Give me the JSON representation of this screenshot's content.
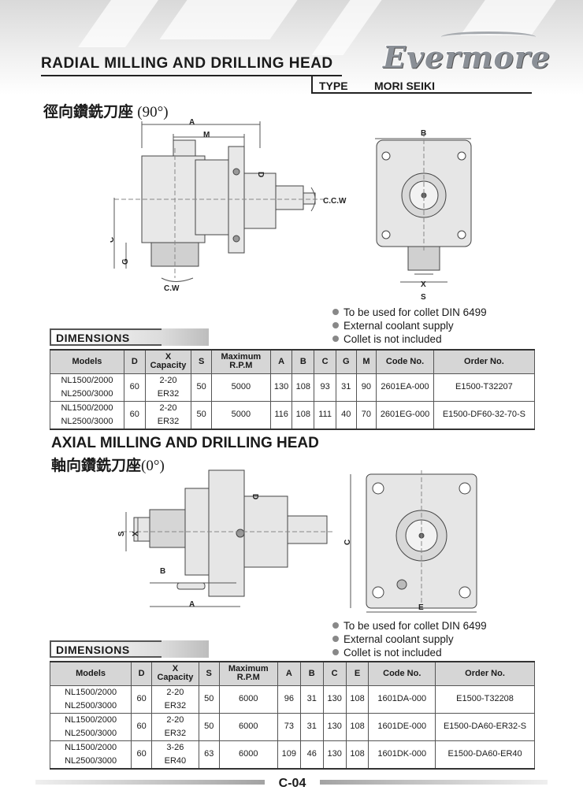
{
  "header": {
    "title": "RADIAL MILLING AND DRILLING HEAD",
    "brand": "Evermore",
    "type_label": "TYPE",
    "type_value": "MORI SEIKI"
  },
  "radial": {
    "cn_title": "徑向鑽銑刀座",
    "angle": "(90°)",
    "drawing_labels": {
      "A": "A",
      "M": "M",
      "D": "D",
      "C": "C",
      "G": "G",
      "CW": "C.W",
      "CCW": "C.C.W",
      "B": "B",
      "X": "X",
      "S": "S"
    },
    "notes": [
      "To be used for collet DIN 6499",
      "External coolant supply",
      "Collet is not included"
    ],
    "dimensions_label": "DIMENSIONS",
    "columns": [
      "Models",
      "D",
      "X Capacity",
      "S",
      "Maximum R.P.M",
      "A",
      "B",
      "C",
      "G",
      "M",
      "Code No.",
      "Order No."
    ],
    "col_x_top": "X",
    "col_x_bottom": "Capacity",
    "col_rpm_top": "Maximum",
    "col_rpm_bottom": "R.P.M",
    "rows": [
      {
        "model1": "NL1500/2000",
        "model2": "NL2500/3000",
        "D": "60",
        "x1": "2-20",
        "x2": "ER32",
        "S": "50",
        "rpm": "5000",
        "A": "130",
        "B": "108",
        "C": "93",
        "G": "31",
        "M": "90",
        "code": "2601EA-000",
        "order": "E1500-T32207"
      },
      {
        "model1": "NL1500/2000",
        "model2": "NL2500/3000",
        "D": "60",
        "x1": "2-20",
        "x2": "ER32",
        "S": "50",
        "rpm": "5000",
        "A": "116",
        "B": "108",
        "C": "111",
        "G": "40",
        "M": "70",
        "code": "2601EG-000",
        "order": "E1500-DF60-32-70-S"
      }
    ]
  },
  "axial": {
    "en_title": "AXIAL MILLING AND DRILLING HEAD",
    "cn_title": "軸向鑽銑刀座",
    "angle": "(0°)",
    "drawing_labels": {
      "D": "D",
      "S": "S",
      "X": "X",
      "B": "B",
      "A": "A",
      "C": "C",
      "E": "E"
    },
    "notes": [
      "To be used for collet DIN 6499",
      "External coolant supply",
      "Collet is not included"
    ],
    "dimensions_label": "DIMENSIONS",
    "columns": [
      "Models",
      "D",
      "X Capacity",
      "S",
      "Maximum R.P.M",
      "A",
      "B",
      "C",
      "E",
      "Code No.",
      "Order No."
    ],
    "col_x_top": "X",
    "col_x_bottom": "Capacity",
    "col_rpm_top": "Maximum",
    "col_rpm_bottom": "R.P.M",
    "rows": [
      {
        "model1": "NL1500/2000",
        "model2": "NL2500/3000",
        "D": "60",
        "x1": "2-20",
        "x2": "ER32",
        "S": "50",
        "rpm": "6000",
        "A": "96",
        "B": "31",
        "C": "130",
        "E": "108",
        "code": "1601DA-000",
        "order": "E1500-T32208"
      },
      {
        "model1": "NL1500/2000",
        "model2": "NL2500/3000",
        "D": "60",
        "x1": "2-20",
        "x2": "ER32",
        "S": "50",
        "rpm": "6000",
        "A": "73",
        "B": "31",
        "C": "130",
        "E": "108",
        "code": "1601DE-000",
        "order": "E1500-DA60-ER32-S"
      },
      {
        "model1": "NL1500/2000",
        "model2": "NL2500/3000",
        "D": "60",
        "x1": "3-26",
        "x2": "ER40",
        "S": "63",
        "rpm": "6000",
        "A": "109",
        "B": "46",
        "C": "130",
        "E": "108",
        "code": "1601DK-000",
        "order": "E1500-DA60-ER40"
      }
    ]
  },
  "footer": {
    "page": "C-04"
  }
}
